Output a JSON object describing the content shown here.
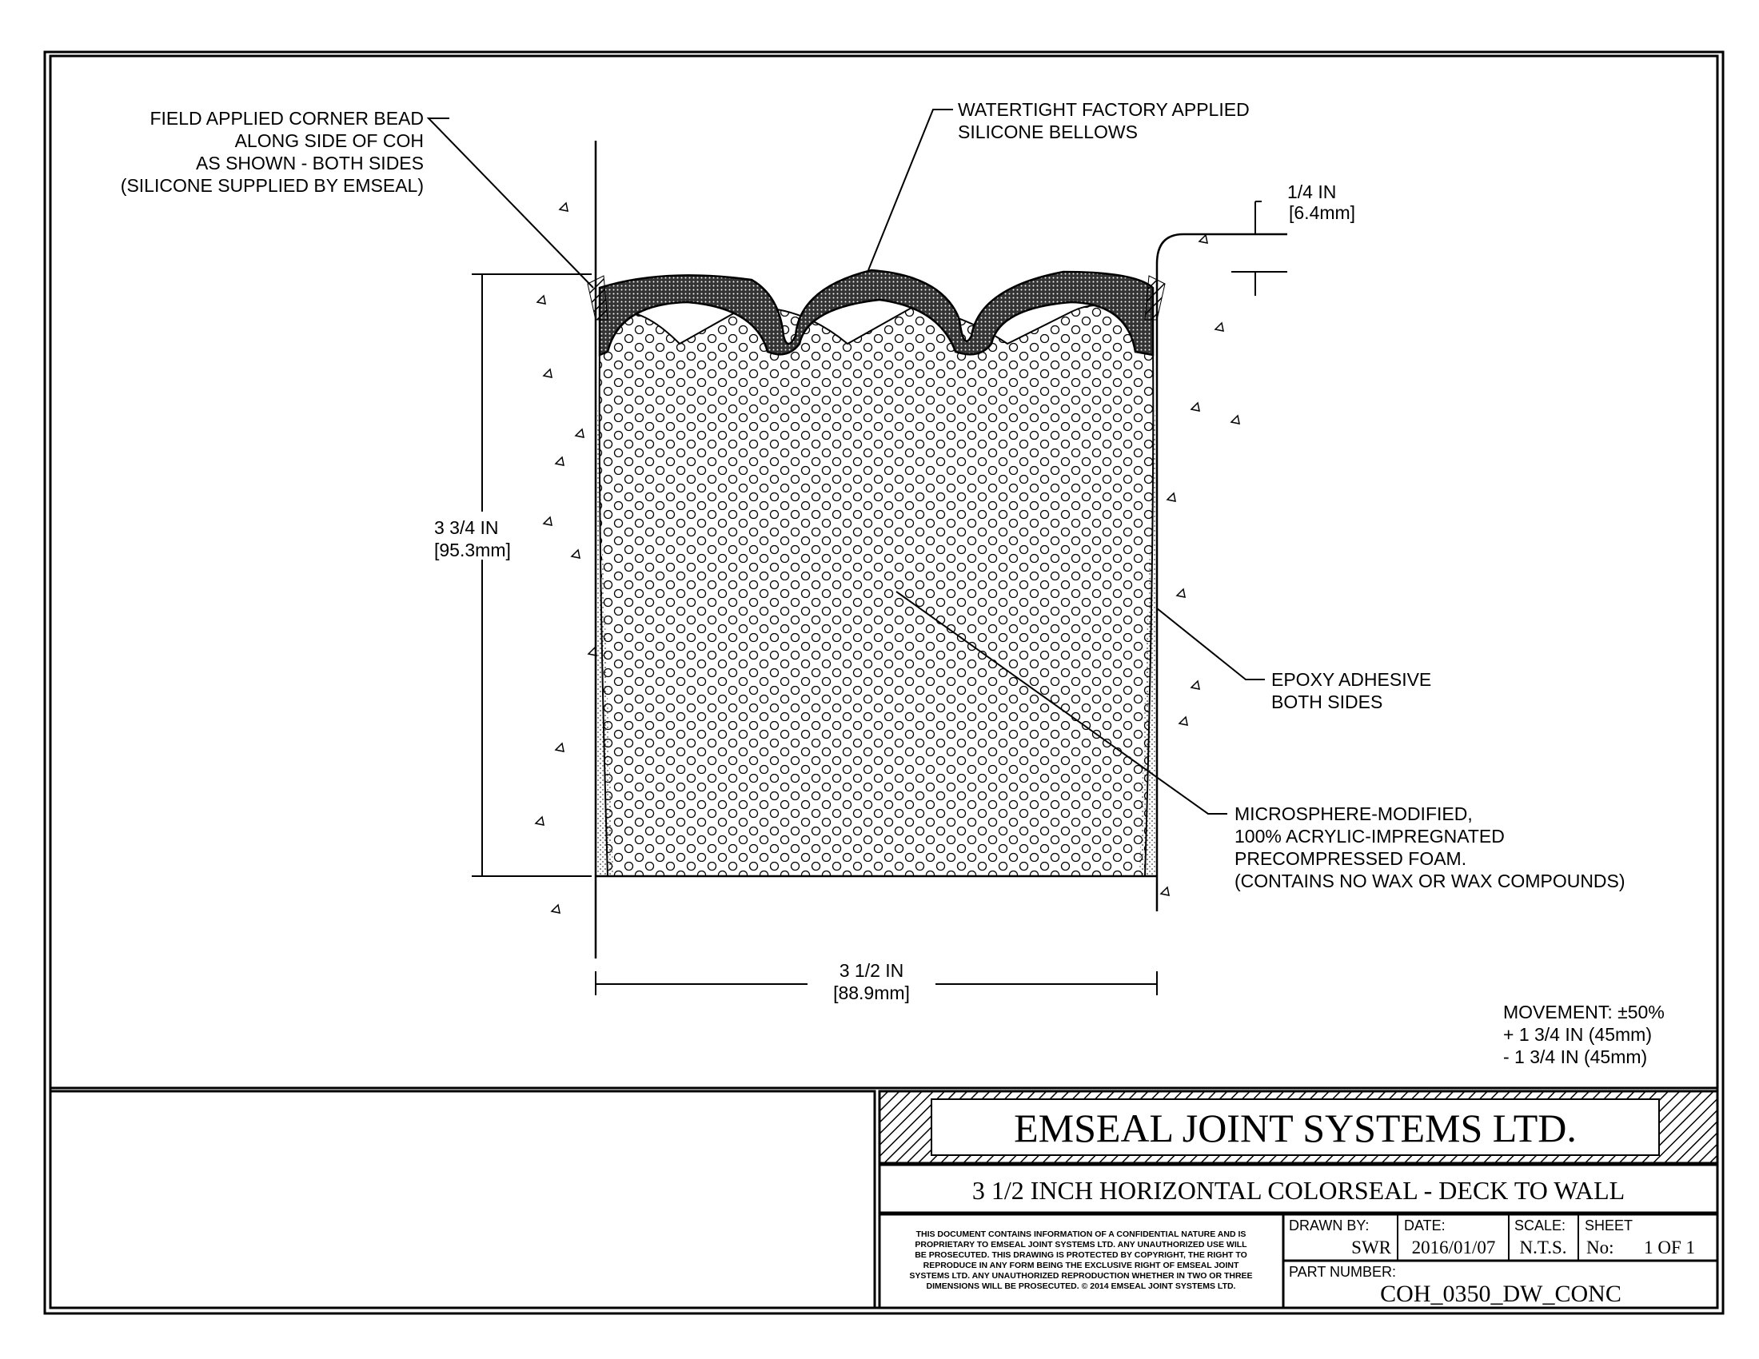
{
  "labels": {
    "corner_bead": [
      "FIELD APPLIED CORNER BEAD",
      "ALONG SIDE OF COH",
      "AS SHOWN - BOTH SIDES",
      "(SILICONE SUPPLIED BY EMSEAL)"
    ],
    "bellows": [
      "WATERTIGHT FACTORY APPLIED",
      "SILICONE BELLOWS"
    ],
    "recess": [
      "1/4 IN",
      "[6.4mm]"
    ],
    "depth": [
      "3 3/4 IN",
      "[95.3mm]"
    ],
    "epoxy": [
      "EPOXY ADHESIVE",
      "BOTH SIDES"
    ],
    "foam": [
      "MICROSPHERE-MODIFIED,",
      "100% ACRYLIC-IMPREGNATED",
      "PRECOMPRESSED FOAM.",
      "(CONTAINS NO WAX OR WAX COMPOUNDS)"
    ],
    "width": [
      "3 1/2 IN",
      "[88.9mm]"
    ],
    "movement": [
      "MOVEMENT: ±50%",
      "+ 1 3/4 IN (45mm)",
      "- 1 3/4 IN (45mm)"
    ]
  },
  "title_block": {
    "company": "EMSEAL JOINT SYSTEMS LTD.",
    "title": "3 1/2 INCH HORIZONTAL COLORSEAL - DECK TO WALL",
    "disclaimer": [
      "THIS DOCUMENT CONTAINS INFORMATION OF A CONFIDENTIAL NATURE AND IS",
      "PROPRIETARY TO EMSEAL JOINT SYSTEMS LTD. ANY UNAUTHORIZED USE WILL",
      "BE PROSECUTED. THIS DRAWING IS PROTECTED BY COPYRIGHT, THE RIGHT TO",
      "REPRODUCE IN ANY FORM BEING THE EXCLUSIVE RIGHT OF EMSEAL JOINT",
      "SYSTEMS LTD. ANY UNAUTHORIZED REPRODUCTION WHETHER IN TWO OR THREE",
      "DIMENSIONS WILL BE PROSECUTED. © 2014 EMSEAL JOINT SYSTEMS LTD."
    ],
    "drawn_by_label": "DRAWN BY:",
    "drawn_by": "SWR",
    "date_label": "DATE:",
    "date": "2016/01/07",
    "scale_label": "SCALE:",
    "scale": "N.T.S.",
    "sheet_label": "SHEET",
    "sheet_no_label": "No:",
    "sheet": "1 OF 1",
    "part_number_label": "PART NUMBER:",
    "part_number": "COH_0350_DW_CONC"
  }
}
